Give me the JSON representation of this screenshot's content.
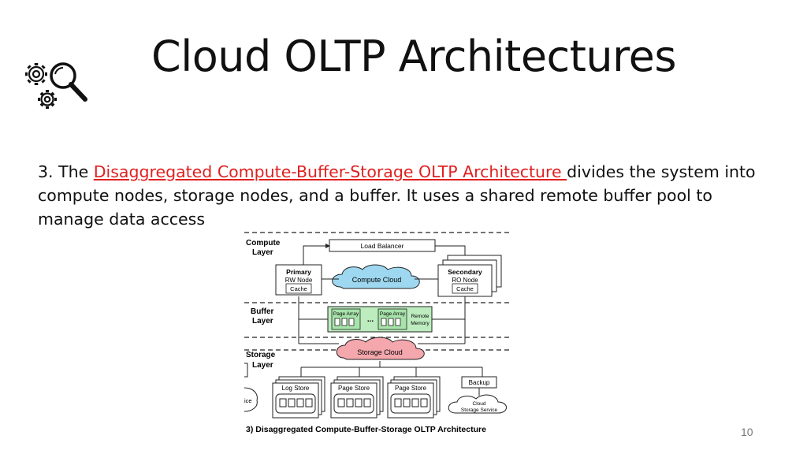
{
  "slide": {
    "title": "Cloud OLTP Architectures",
    "number": "10",
    "icon": "gears-magnifier-icon"
  },
  "body": {
    "prefix": "3. The ",
    "link_text": "Disaggregated Compute-Buffer-Storage OLTP Architecture ",
    "suffix": "divides the system into compute nodes, storage nodes, and a buffer. It uses a shared remote buffer pool to manage data access"
  },
  "diagram": {
    "compute_layer": [
      "Compute",
      "Layer"
    ],
    "buffer_layer": [
      "Buffer",
      "Layer"
    ],
    "storage_layer": [
      "Storage",
      "Layer"
    ],
    "load_balancer": "Load Balancer",
    "primary": [
      "Primary",
      "RW Node",
      "Cache"
    ],
    "secondary": [
      "Secondary",
      "RO Node",
      "Cache"
    ],
    "compute_cloud": "Compute Cloud",
    "page_array": "Page Array",
    "ellipsis": "...",
    "remote_memory": [
      "Remote",
      "Memory"
    ],
    "storage_cloud": "Storage Cloud",
    "log_store": "Log Store",
    "page_store": "Page Store",
    "backup": "Backup",
    "cloud_storage_service": [
      "Cloud",
      "Storage Service"
    ],
    "partial_service": "ice",
    "caption": "3)  Disaggregated  Compute-Buffer-Storage OLTP Architecture"
  },
  "colors": {
    "link": "#e02020",
    "compute_cloud_fill": "#9ed8f0",
    "storage_cloud_fill": "#f4a7ad",
    "buffer_fill": "#bdecbf"
  }
}
